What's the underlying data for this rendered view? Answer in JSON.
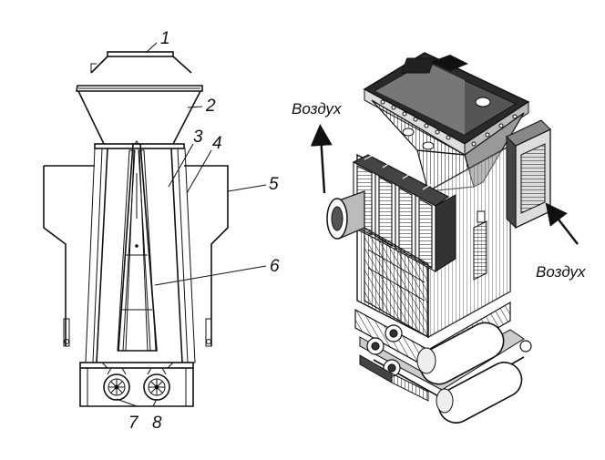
{
  "labels": {
    "n1": "1",
    "n2": "2",
    "n3": "3",
    "n4": "4",
    "n5": "5",
    "n6": "6",
    "n7": "7",
    "n8": "8",
    "air_left": "Воздух",
    "air_right": "Воздух"
  }
}
